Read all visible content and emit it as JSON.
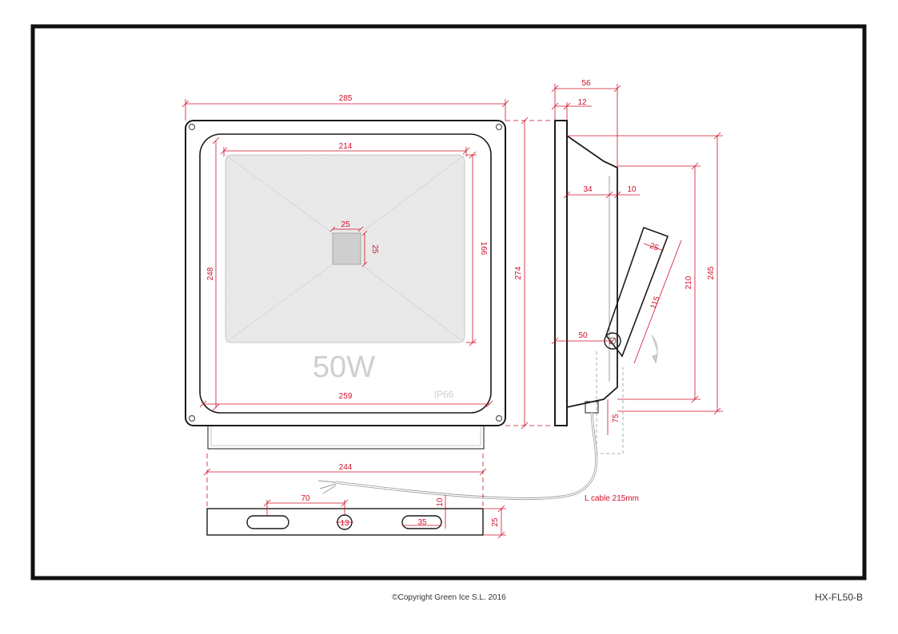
{
  "drawing": {
    "front": {
      "power_label": "50W",
      "ip_label": "IP66",
      "dims": {
        "overall_width": "285",
        "lens_width": "214",
        "chip_width": "25",
        "chip_height": "25",
        "lens_height": "166",
        "inner_height": "248",
        "inner_width": "259",
        "overall_height": "274"
      }
    },
    "side": {
      "dims": {
        "depth": "56",
        "frame": "12",
        "body": "34",
        "step": "10",
        "height_bracket": "210",
        "height_total": "245",
        "arm_width": "25",
        "arm_length": "115",
        "pivot": "50",
        "gland": "75"
      }
    },
    "bracket": {
      "dims": {
        "width": "244",
        "hole_spacing": "70",
        "hole_diameter": "13",
        "slot_length": "35",
        "slot_offset": "10",
        "height": "25"
      }
    },
    "cable_label": "L cable 215mm",
    "colors": {
      "dimension": "#d0102a",
      "outline": "#1a1a1a",
      "lens": "#e9e9e9",
      "chip": "#cfcfcf"
    }
  },
  "footer": {
    "copyright": "©Copyright Green Ice S.L. 2016",
    "model": "HX-FL50-B"
  }
}
